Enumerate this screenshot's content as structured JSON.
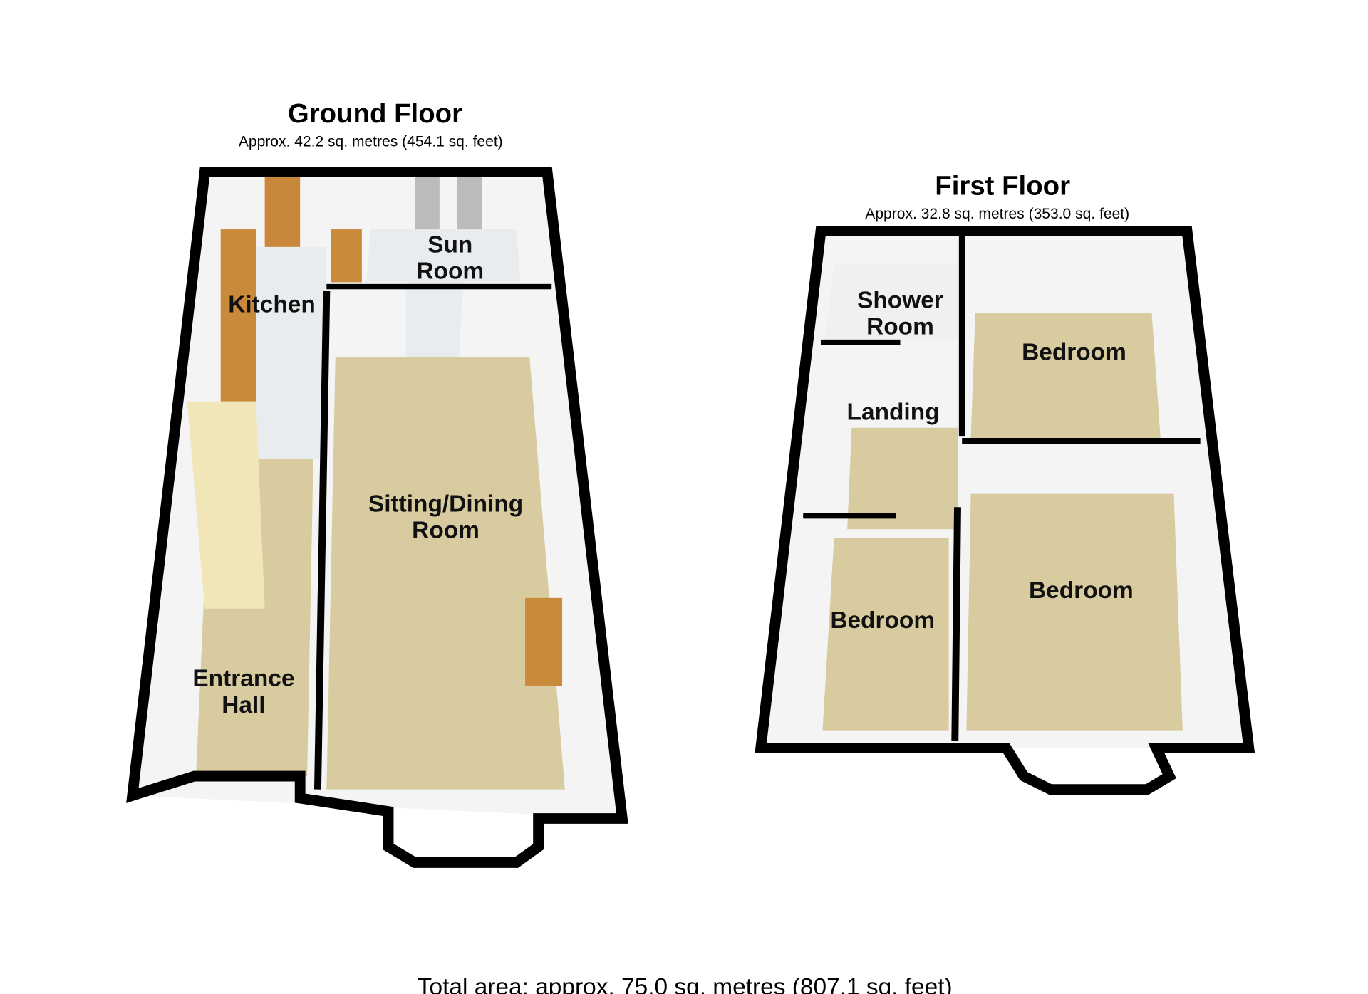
{
  "ground_floor": {
    "title": "Ground Floor",
    "area": "Approx. 42.2 sq. metres (454.1 sq. feet)",
    "rooms": {
      "kitchen": "Kitchen",
      "sun_room_1": "Sun",
      "sun_room_2": "Room",
      "sitting_1": "Sitting/Dining",
      "sitting_2": "Room",
      "hall_1": "Entrance",
      "hall_2": "Hall"
    }
  },
  "first_floor": {
    "title": "First Floor",
    "area": "Approx. 32.8 sq. metres (353.0 sq. feet)",
    "rooms": {
      "shower_1": "Shower",
      "shower_2": "Room",
      "landing": "Landing",
      "bedroom_rear": "Bedroom",
      "bedroom_front": "Bedroom",
      "bedroom_small": "Bedroom"
    }
  },
  "total_area": "Total area: approx. 75.0 sq. metres (807.1 sq. feet)",
  "colors": {
    "wall": "#000000",
    "carpet": "#d8cba0",
    "tile": "#eef0f2",
    "worktop": "#c98a3c",
    "wall_face": "#ffffff"
  }
}
